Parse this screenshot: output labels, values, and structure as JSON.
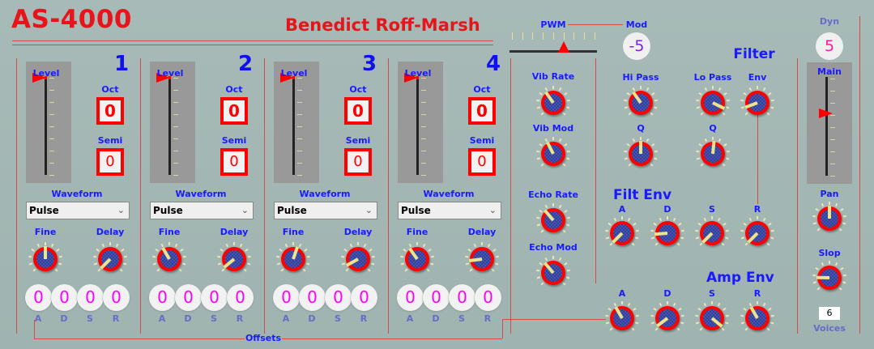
{
  "header": {
    "title": "AS-4000",
    "author": "Benedict Roff-Marsh"
  },
  "colors": {
    "accent": "#e8141c",
    "label": "#1a1aff",
    "knob_ring": "#ff0000",
    "knob_face": "#4656b0",
    "background": "#a3b7b4"
  },
  "oscillators": [
    {
      "number": "1",
      "level_label": "Level",
      "level": 1.0,
      "oct_label": "Oct",
      "oct": "0",
      "semi_label": "Semi",
      "semi": "0",
      "waveform_label": "Waveform",
      "waveform": "Pulse",
      "fine_label": "Fine",
      "fine": 0.5,
      "delay_label": "Delay",
      "delay": 0.0,
      "adsr": [
        "0",
        "0",
        "0",
        "0"
      ]
    },
    {
      "number": "2",
      "level_label": "Level",
      "level": 1.0,
      "oct_label": "Oct",
      "oct": "0",
      "semi_label": "Semi",
      "semi": "0",
      "waveform_label": "Waveform",
      "waveform": "Pulse",
      "fine_label": "Fine",
      "fine": 0.39,
      "delay_label": "Delay",
      "delay": 0.02,
      "adsr": [
        "0",
        "0",
        "0",
        "0"
      ]
    },
    {
      "number": "3",
      "level_label": "Level",
      "level": 1.0,
      "oct_label": "Oct",
      "oct": "0",
      "semi_label": "Semi",
      "semi": "0",
      "waveform_label": "Waveform",
      "waveform": "Pulse",
      "fine_label": "Fine",
      "fine": 0.57,
      "delay_label": "Delay",
      "delay": 0.06,
      "adsr": [
        "0",
        "0",
        "0",
        "0"
      ]
    },
    {
      "number": "4",
      "level_label": "Level",
      "level": 1.0,
      "oct_label": "Oct",
      "oct": "0",
      "semi_label": "Semi",
      "semi": "0",
      "waveform_label": "Waveform",
      "waveform": "Pulse",
      "fine_label": "Fine",
      "fine": 0.37,
      "delay_label": "Delay",
      "delay": 0.14,
      "adsr": [
        "0",
        "0",
        "0",
        "0"
      ]
    }
  ],
  "adsr_letters": [
    "A",
    "D",
    "S",
    "R"
  ],
  "offsets_label": "Offsets",
  "pwm": {
    "label": "PWM",
    "value": 0.63
  },
  "mod": {
    "label": "Mod",
    "value": "-5"
  },
  "vibrato": {
    "rate_label": "Vib Rate",
    "rate": 0.37,
    "mod_label": "Vib Mod",
    "mod": 0.4
  },
  "echo": {
    "rate_label": "Echo Rate",
    "rate": 0.35,
    "mod_label": "Echo Mod",
    "mod": 0.35
  },
  "filter": {
    "title": "Filter",
    "hipass_label": "Hi Pass",
    "hipass": 0.37,
    "lopass_label": "Lo Pass",
    "lopass": 0.93,
    "env_label": "Env",
    "env": 0.09,
    "q_label": "Q",
    "hipass_q": 0.5,
    "lopass_q": 0.52
  },
  "filt_env": {
    "title": "Filt Env",
    "a": 0.0,
    "d": 0.15,
    "s": 0.0,
    "r": 0.0
  },
  "amp_env": {
    "title": "Amp Env",
    "a": 0.39,
    "d": 0.03,
    "s": 0.98,
    "r": 0.39
  },
  "master": {
    "dyn_label": "Dyn",
    "dyn": "5",
    "main_label": "Main",
    "main": 0.64,
    "pan_label": "Pan",
    "pan": 0.5,
    "slop_label": "Slop",
    "slop": 0.17,
    "voices": "6",
    "voices_label": "Voices"
  }
}
